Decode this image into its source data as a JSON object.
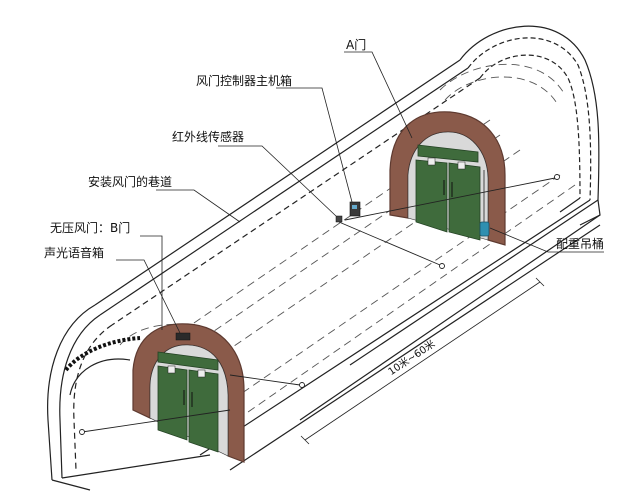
{
  "labels": {
    "door_a": "A门",
    "controller_host_box": "风门控制器主机箱",
    "infrared_sensor": "红外线传感器",
    "tunnel_with_doors": "安装风门的巷道",
    "unpressured_door_b": "无压风门：B门",
    "audio_light_box": "声光语音箱",
    "counterweight_bucket": "配重吊桶",
    "spacing": "10米~60米"
  },
  "colors": {
    "frame_brown": "#8a5a4a",
    "frame_dark": "#5e3a30",
    "door_green": "#3f6b3c",
    "door_dark": "#244224",
    "line": "#222222",
    "hidden_line": "#555555"
  }
}
